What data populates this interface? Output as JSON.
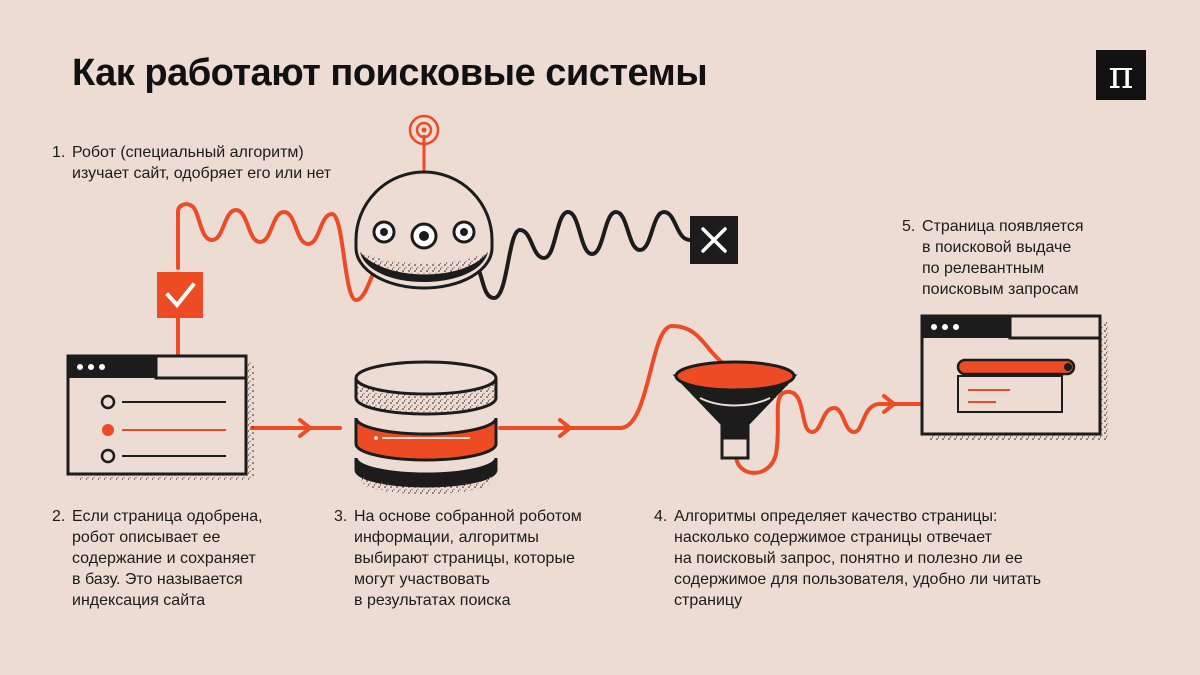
{
  "title": "Как работают поисковые системы",
  "logo": "π",
  "colors": {
    "background": "#ecdcd3",
    "accent": "#ec4b24",
    "ink": "#1c1c1c"
  },
  "steps": [
    {
      "num": "1.",
      "text": "Робот (специальный алгоритм)\nизучает сайт, одобряет его или нет"
    },
    {
      "num": "2.",
      "text": "Если страница одобрена,\nробот описывает ее\nсодержание и сохраняет\nв базу. Это называется\nиндексация сайта"
    },
    {
      "num": "3.",
      "text": "На основе собранной роботом\nинформации, алгоритмы\nвыбирают страницы, которые\nмогут участвовать\nв результатах поиска"
    },
    {
      "num": "4.",
      "text": "Алгоритмы определяет качество страницы:\nнасколько содержимое страницы отвечает\nна поисковый запрос, понятно и полезно ли ее\nсодержимое для пользователя, удобно ли читать\nстраницу"
    },
    {
      "num": "5.",
      "text": "Страница появляется\nв поисковой выдаче\nпо релевантным\nпоисковым запросам"
    }
  ],
  "icons": {
    "robot": "robot-icon",
    "approve": "checkmark-icon",
    "reject": "cross-icon",
    "page": "browser-window-icon",
    "database": "database-icon",
    "funnel": "funnel-icon",
    "results": "search-results-window-icon"
  }
}
